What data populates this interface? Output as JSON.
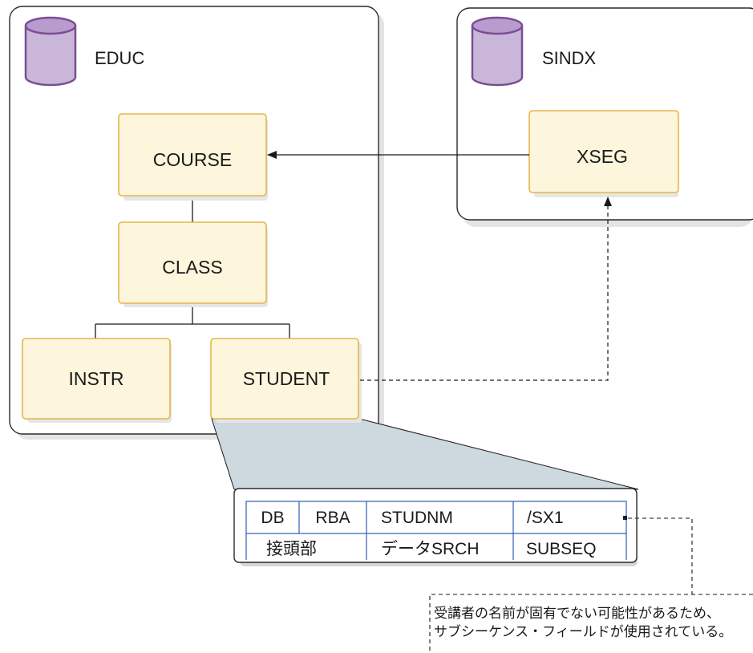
{
  "databases": {
    "educ": {
      "name": "EDUC",
      "segments": {
        "course": "COURSE",
        "class": "CLASS",
        "instr": "INSTR",
        "student": "STUDENT"
      }
    },
    "sindx": {
      "name": "SINDX",
      "segments": {
        "xseg": "XSEG"
      }
    }
  },
  "record": {
    "top_cells": [
      "DB",
      "RBA",
      "STUDNM",
      "/SX1"
    ],
    "bottom_cells": [
      "接頭部",
      "データSRCH",
      "SUBSEQ"
    ]
  },
  "note": {
    "lines": [
      "受講者の名前が固有でない可能性があるため、",
      "サブシーケンス・フィールドが使用されている。"
    ]
  },
  "colors": {
    "segment_fill": "#fdf5dc",
    "segment_border": "#e5b54a",
    "db_icon_fill": "#c9b6d8",
    "db_icon_border": "#7a4d95",
    "zoom_fill": "#cdd8df",
    "record_border": "#2f5db3",
    "line": "#1a1a1a"
  }
}
